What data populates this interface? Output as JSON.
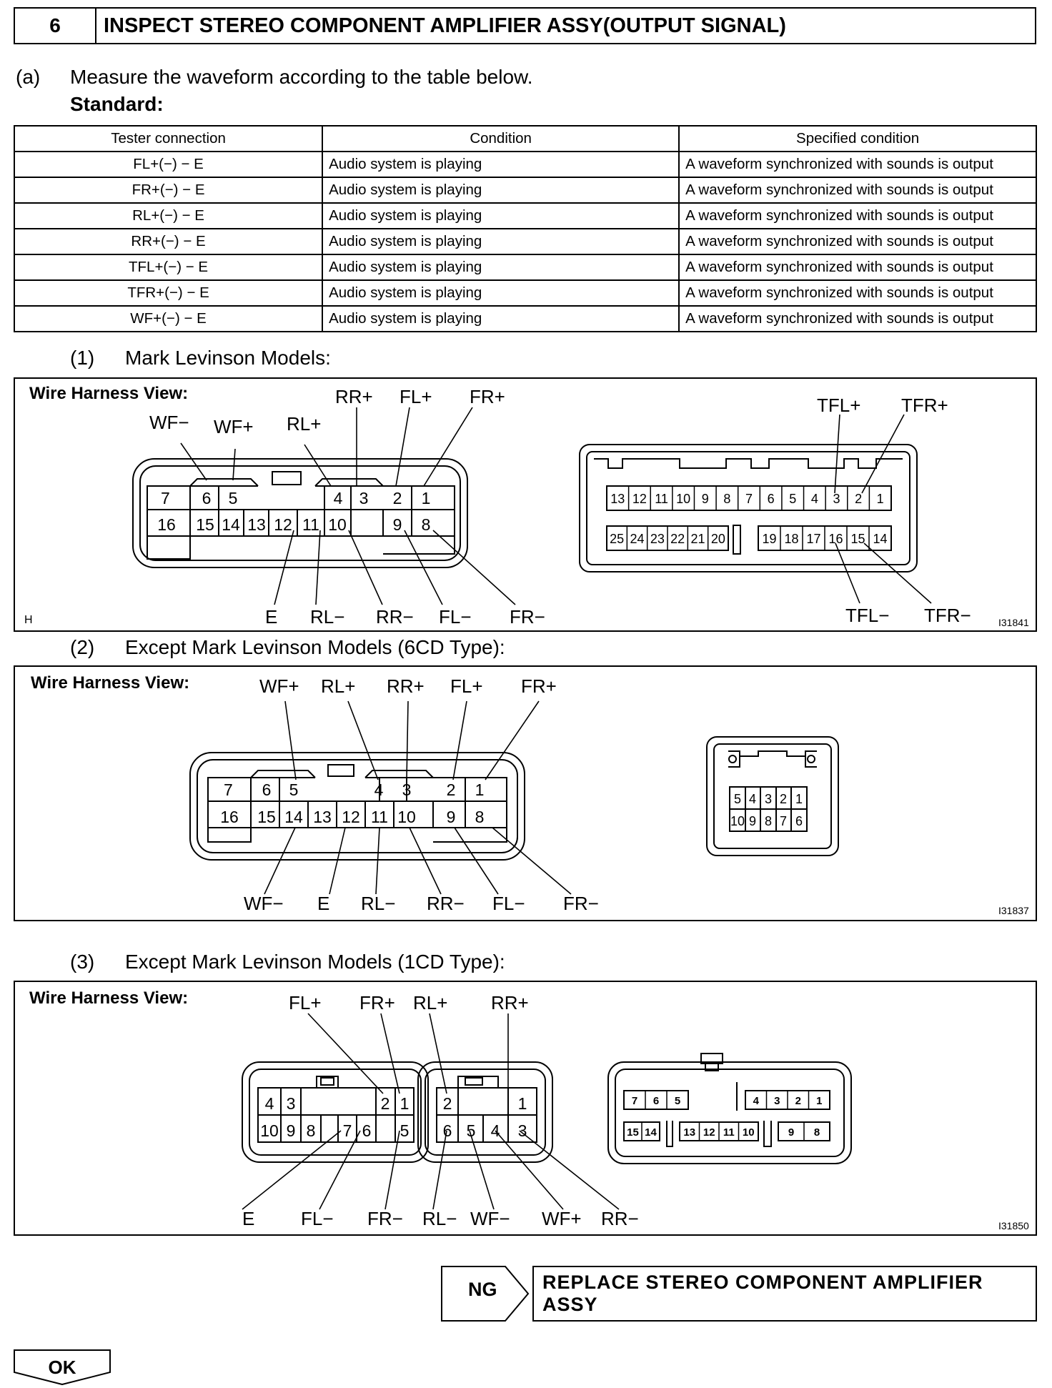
{
  "step": {
    "number": "6",
    "title": "INSPECT STEREO COMPONENT AMPLIFIER ASSY(OUTPUT SIGNAL)"
  },
  "instruction": {
    "marker": "(a)",
    "text": "Measure the waveform according to the table below.",
    "standard_label": "Standard:"
  },
  "table": {
    "headers": [
      "Tester connection",
      "Condition",
      "Specified condition"
    ],
    "rows": [
      [
        "FL+(−) − E",
        "Audio system is playing",
        "A waveform synchronized with sounds is output"
      ],
      [
        "FR+(−) − E",
        "Audio system is playing",
        "A waveform synchronized with sounds is output"
      ],
      [
        "RL+(−) − E",
        "Audio system is playing",
        "A waveform synchronized with sounds is output"
      ],
      [
        "RR+(−) − E",
        "Audio system is playing",
        "A waveform synchronized with sounds is output"
      ],
      [
        "TFL+(−) − E",
        "Audio system is playing",
        "A waveform synchronized with sounds is output"
      ],
      [
        "TFR+(−) − E",
        "Audio system is playing",
        "A waveform synchronized with sounds is output"
      ],
      [
        "WF+(−) − E",
        "Audio system is playing",
        "A waveform synchronized with sounds is output"
      ]
    ]
  },
  "figures": [
    {
      "marker": "(1)",
      "caption": "Mark Levinson Models:",
      "view_label": "Wire Harness View:",
      "code": "I31841",
      "corner_mark": "H",
      "top_labels": [
        "WF−",
        "WF+",
        "RL+",
        "RR+",
        "FL+",
        "FR+",
        "TFL+",
        "TFR+"
      ],
      "bottom_labels": [
        "E",
        "RL−",
        "RR−",
        "FL−",
        "FR−",
        "TFL−",
        "TFR−"
      ],
      "conn_a_top_pins": [
        "7",
        "6",
        "5",
        "4",
        "3",
        "2",
        "1"
      ],
      "conn_a_bottom_pins": [
        "16",
        "15",
        "14",
        "13",
        "12",
        "11",
        "10",
        "9",
        "8"
      ],
      "conn_b_top_pins": [
        "13",
        "12",
        "11",
        "10",
        "9",
        "8",
        "7",
        "6",
        "5",
        "4",
        "3",
        "2",
        "1"
      ],
      "conn_b_bottom_pins": [
        "25",
        "24",
        "23",
        "22",
        "21",
        "20",
        "19",
        "18",
        "17",
        "16",
        "15",
        "14"
      ]
    },
    {
      "marker": "(2)",
      "caption": "Except Mark Levinson Models (6CD Type):",
      "view_label": "Wire Harness View:",
      "code": "I31837",
      "top_labels": [
        "WF+",
        "RL+",
        "RR+",
        "FL+",
        "FR+"
      ],
      "bottom_labels": [
        "WF−",
        "E",
        "RL−",
        "RR−",
        "FL−",
        "FR−"
      ],
      "conn_a_top_pins": [
        "7",
        "6",
        "5",
        "4",
        "3",
        "2",
        "1"
      ],
      "conn_a_bottom_pins": [
        "16",
        "15",
        "14",
        "13",
        "12",
        "11",
        "10",
        "9",
        "8"
      ],
      "conn_b_top_pins": [
        "5",
        "4",
        "3",
        "2",
        "1"
      ],
      "conn_b_bottom_pins": [
        "10",
        "9",
        "8",
        "7",
        "6"
      ]
    },
    {
      "marker": "(3)",
      "caption": "Except Mark Levinson Models (1CD Type):",
      "view_label": "Wire Harness View:",
      "code": "I31850",
      "top_labels": [
        "FL+",
        "FR+",
        "RL+",
        "RR+"
      ],
      "bottom_labels": [
        "E",
        "FL−",
        "FR−",
        "RL−",
        "WF−",
        "WF+",
        "RR−"
      ],
      "conn_a_top_pins": [
        "4",
        "3",
        "2",
        "1"
      ],
      "conn_a_bottom_pins": [
        "10",
        "9",
        "8",
        "7",
        "6",
        "5"
      ],
      "conn_b_top_pins": [
        "2",
        "1"
      ],
      "conn_b_bottom_pins": [
        "6",
        "5",
        "4",
        "3"
      ],
      "conn_c_top_pins": [
        "7",
        "6",
        "5",
        "4",
        "3",
        "2",
        "1"
      ],
      "conn_c_bottom_pins": [
        "15",
        "14",
        "13",
        "12",
        "11",
        "10",
        "9",
        "8"
      ]
    }
  ],
  "result": {
    "ng_label": "NG",
    "ng_action": "REPLACE STEREO COMPONENT AMPLIFIER ASSY",
    "ok_label": "OK"
  }
}
